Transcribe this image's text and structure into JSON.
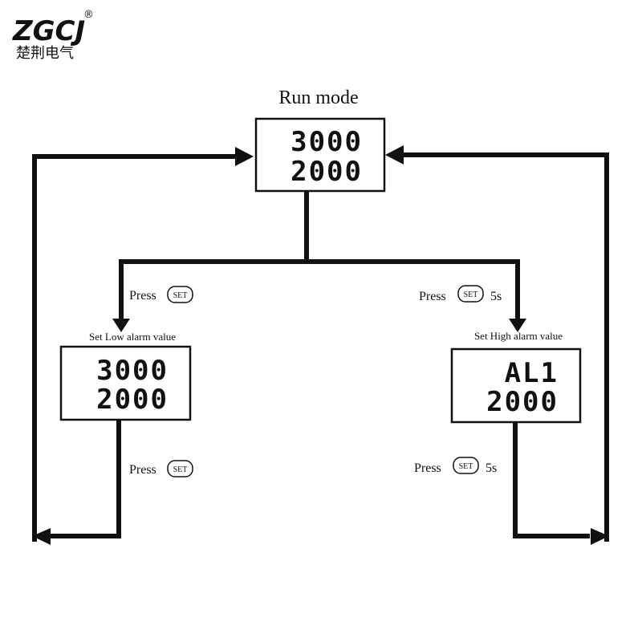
{
  "logo": {
    "name": "ZGCJ",
    "registered": "®",
    "subtitle": "楚荆电气"
  },
  "title": "Run mode",
  "run_display": {
    "top": "3000",
    "bottom": "2000"
  },
  "low_display": {
    "title": "Set Low alarm value",
    "top": "3000",
    "bottom": "2000"
  },
  "high_display": {
    "title": "Set High alarm value",
    "top": "AL1",
    "bottom": "2000"
  },
  "actions": {
    "to_low": {
      "press": "Press",
      "key": "SET",
      "suffix": ""
    },
    "to_high": {
      "press": "Press",
      "key": "SET",
      "suffix": "5s"
    },
    "low_back": {
      "press": "Press",
      "key": "SET",
      "suffix": ""
    },
    "high_back": {
      "press": "Press",
      "key": "SET",
      "suffix": "5s"
    }
  }
}
